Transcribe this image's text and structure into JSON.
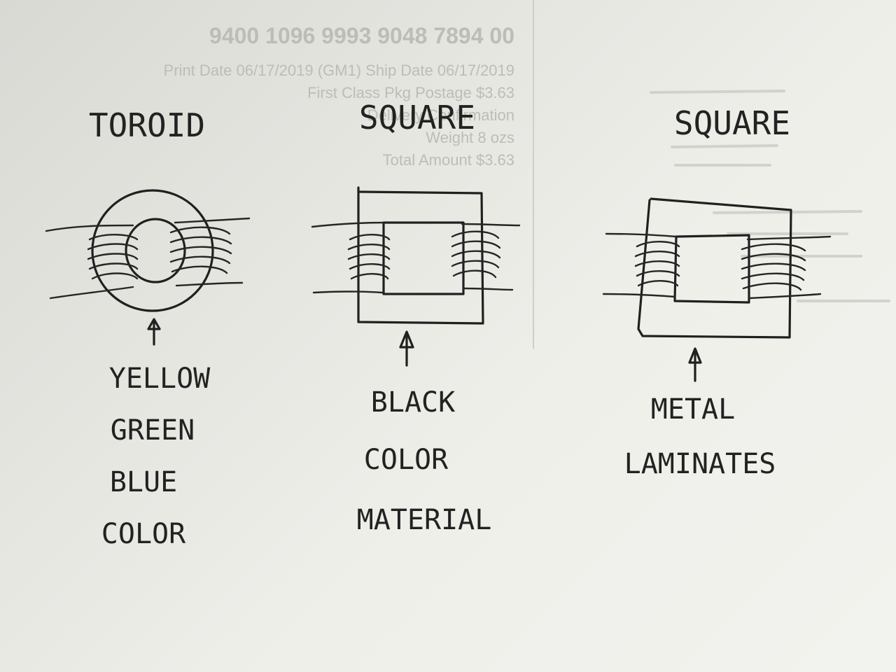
{
  "bleed_through": {
    "lines": [
      "9400 1096 9993 9048 7894 00",
      "Print Date 06/17/2019 (GM1) Ship Date 06/17/2019",
      "First Class Pkg Postage $3.63",
      "Delivery Confirmation",
      "Weight 8 ozs",
      "Total Amount $3.63"
    ]
  },
  "diagram": {
    "columns": [
      {
        "title": "TOROID",
        "notes": [
          "YELLOW",
          "GREEN",
          "BLUE",
          "COLOR"
        ]
      },
      {
        "title": "SQUARE",
        "notes": [
          "BLACK",
          "COLOR",
          "MATERIAL"
        ]
      },
      {
        "title": "SQUARE",
        "notes": [
          "METAL",
          "LAMINATES"
        ]
      }
    ]
  }
}
